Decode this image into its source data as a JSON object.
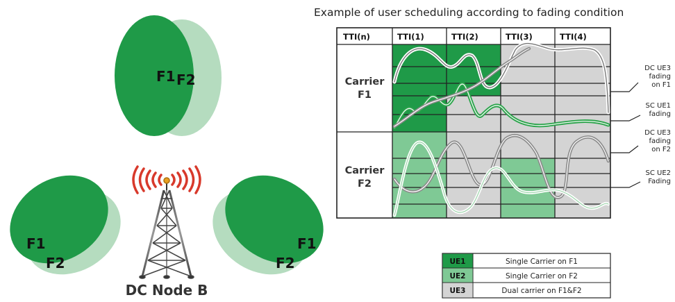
{
  "colors": {
    "dark_green": "#1f9a48",
    "light_green": "#b5dcbf",
    "mid_green": "#7fc995",
    "grey_cell": "#d4d4d4",
    "signal_red": "#d8392b",
    "fading_dc": "#8c8c8c",
    "fading_ue1": "#2aa34a"
  },
  "left": {
    "top_labels": [
      "F1",
      "F2"
    ],
    "left_labels": [
      "F1",
      "F2"
    ],
    "right_labels": [
      "F1",
      "F2"
    ],
    "node_label": "DC Node B"
  },
  "right": {
    "title": "Example of user scheduling according to fading condition",
    "headers": [
      "TTI(n)",
      "TTI(1)",
      "TTI(2)",
      "TTI(3)",
      "TTI(4)"
    ],
    "carrier_f1": [
      "Carrier",
      "F1"
    ],
    "carrier_f2": [
      "Carrier",
      "F2"
    ],
    "annotations": {
      "dc_f1": [
        "DC UE3",
        "fading",
        "on F1"
      ],
      "sc_ue1": [
        "SC UE1",
        "fading"
      ],
      "dc_f2": [
        "DC UE3",
        "fading",
        "on F2"
      ],
      "sc_ue2": [
        "SC UE2",
        "Fading"
      ]
    }
  },
  "legend": [
    {
      "code": "UE1",
      "text": "Single Carrier on F1",
      "color": "#1f9a48"
    },
    {
      "code": "UE2",
      "text": "Single Carrier on F2",
      "color": "#7fc995"
    },
    {
      "code": "UE3",
      "text": "Dual carrier on F1&F2",
      "color": "#d4d4d4"
    }
  ]
}
